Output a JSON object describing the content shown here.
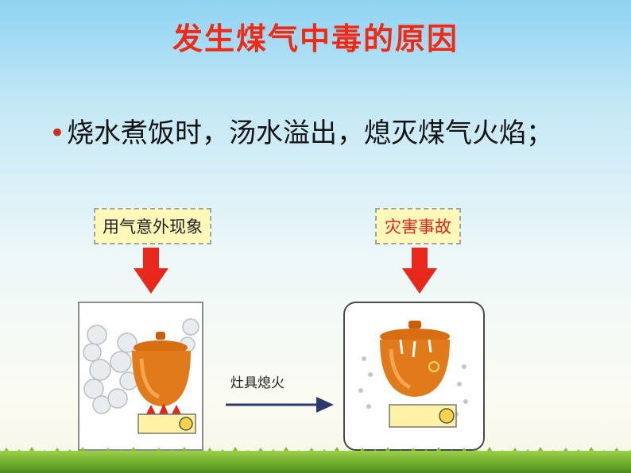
{
  "slide": {
    "title": "发生煤气中毒的原因",
    "bullet_symbol": "•",
    "bullet_text": "烧水煮饭时，汤水溢出，熄灭煤气火焰；"
  },
  "diagram": {
    "left_box_label": "用气意外现象",
    "right_box_label": "灾害事故",
    "middle_arrow_label": "灶具熄火"
  },
  "colors": {
    "title": "#f02a14",
    "arrow": "#e8281c",
    "label_box_fill": "#fff8b8",
    "right_label_text": "#e0241c",
    "pot": "#e07a1a",
    "flow_arrow": "#2a3c6e"
  }
}
